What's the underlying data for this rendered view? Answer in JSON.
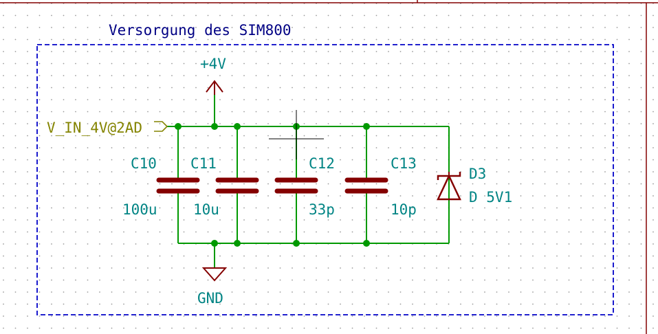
{
  "notes": {
    "section_title": "Versorgung des SIM800"
  },
  "power": {
    "supply_label": "+4V",
    "ground_label": "GND"
  },
  "net_labels": {
    "input": "V_IN_4V@2AD"
  },
  "capacitors": [
    {
      "ref": "C10",
      "value": "100u"
    },
    {
      "ref": "C11",
      "value": "10u"
    },
    {
      "ref": "C12",
      "value": "33p"
    },
    {
      "ref": "C13",
      "value": "10p"
    }
  ],
  "diode": {
    "ref": "D3",
    "value": "D 5V1"
  },
  "colors": {
    "wire": "#009900",
    "component": "#840000",
    "label_text": "#008484",
    "net_label": "#848400",
    "note_text": "#000084",
    "dashed_box": "#0000c8",
    "grid_dot": "#999999",
    "background": "#ffffff"
  }
}
